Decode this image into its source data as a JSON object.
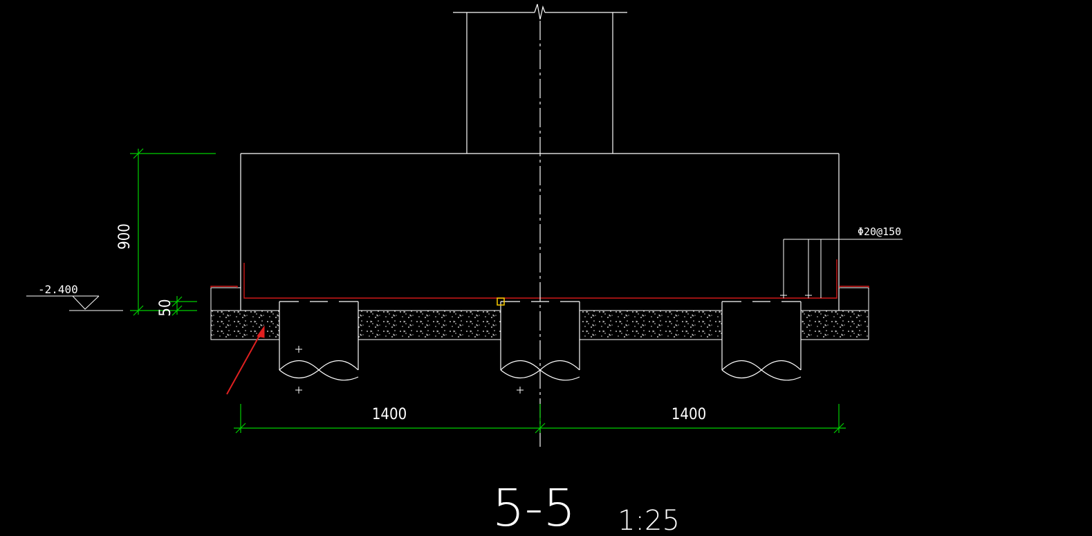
{
  "drawing": {
    "section_title": "5-5",
    "scale": "1:25",
    "elevation_label": "-2.400",
    "rebar_label": "Φ20@150",
    "dimensions": {
      "cap_height": "900",
      "cushion_thickness": "50",
      "left_span": "1400",
      "right_span": "1400"
    },
    "colors": {
      "background": "#000000",
      "outline": "#ffffff",
      "dimension": "#00d000",
      "rebar": "#d01818",
      "annotation_arrow": "#e02020",
      "selection_grip": "#ffd000"
    }
  }
}
